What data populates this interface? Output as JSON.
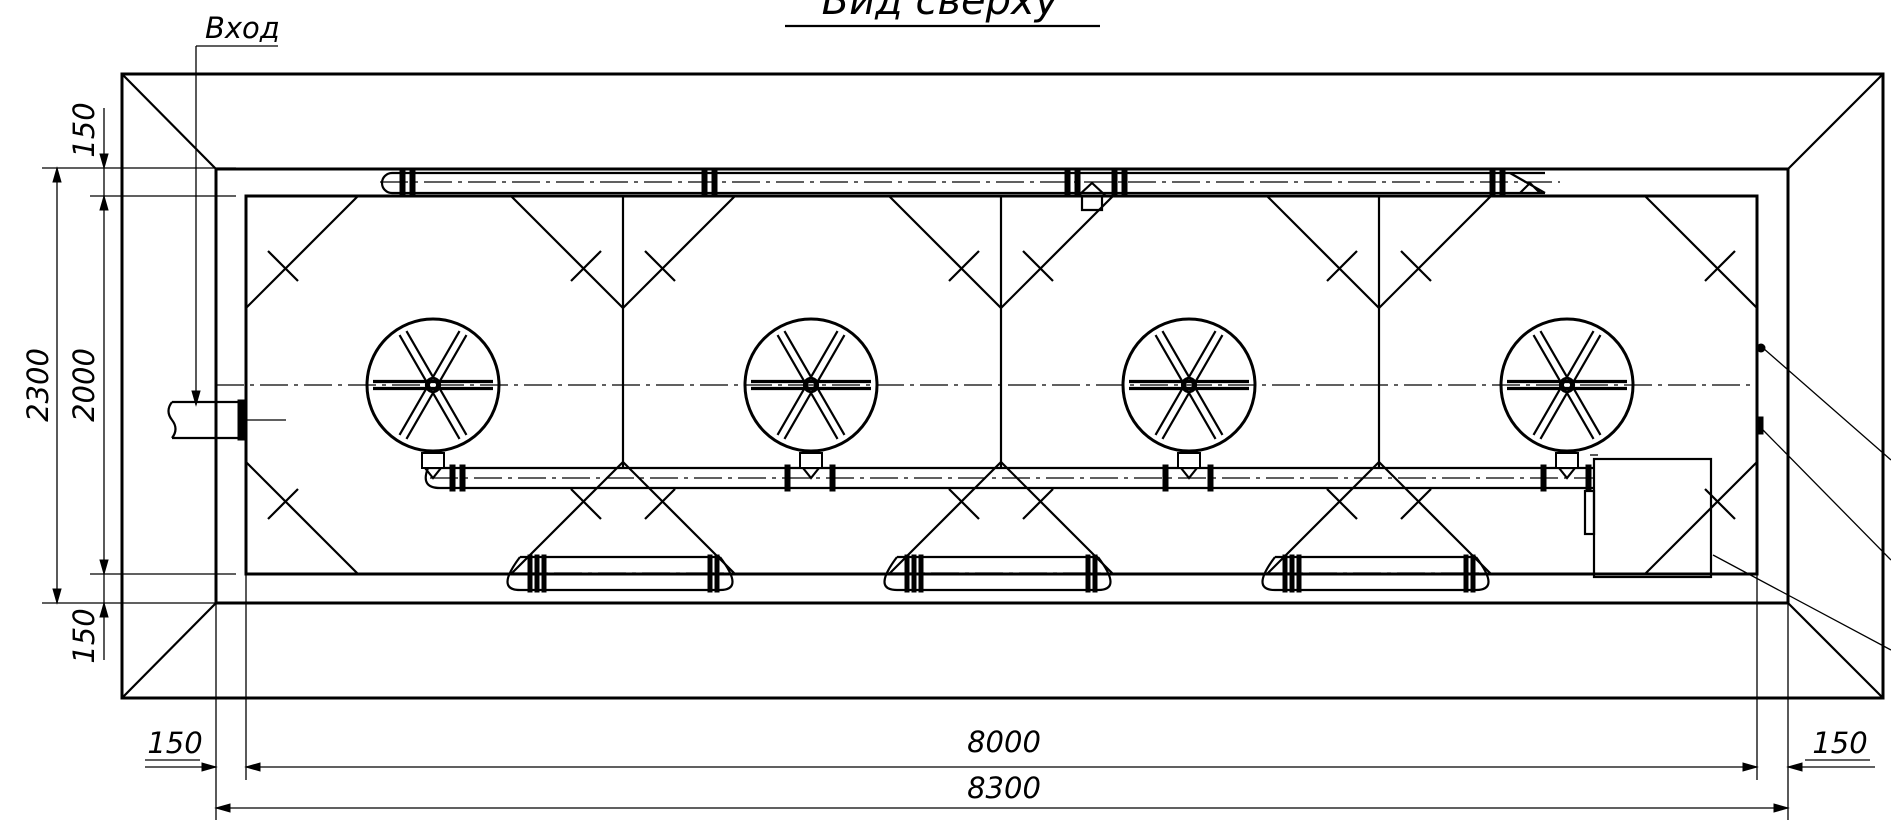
{
  "title": "Вид сверху",
  "inlet_label": "Вход",
  "dimensions": {
    "overall_height": "2300",
    "inner_height": "2000",
    "top_offset": "150",
    "bottom_offset": "150",
    "left_offset": "150",
    "right_offset": "150",
    "inner_length": "8000",
    "overall_length": "8300"
  },
  "colors": {
    "line": "#000000",
    "background": "#ffffff"
  },
  "fans": [
    {
      "id": "fan-1"
    },
    {
      "id": "fan-2"
    },
    {
      "id": "fan-3"
    },
    {
      "id": "fan-4"
    }
  ]
}
